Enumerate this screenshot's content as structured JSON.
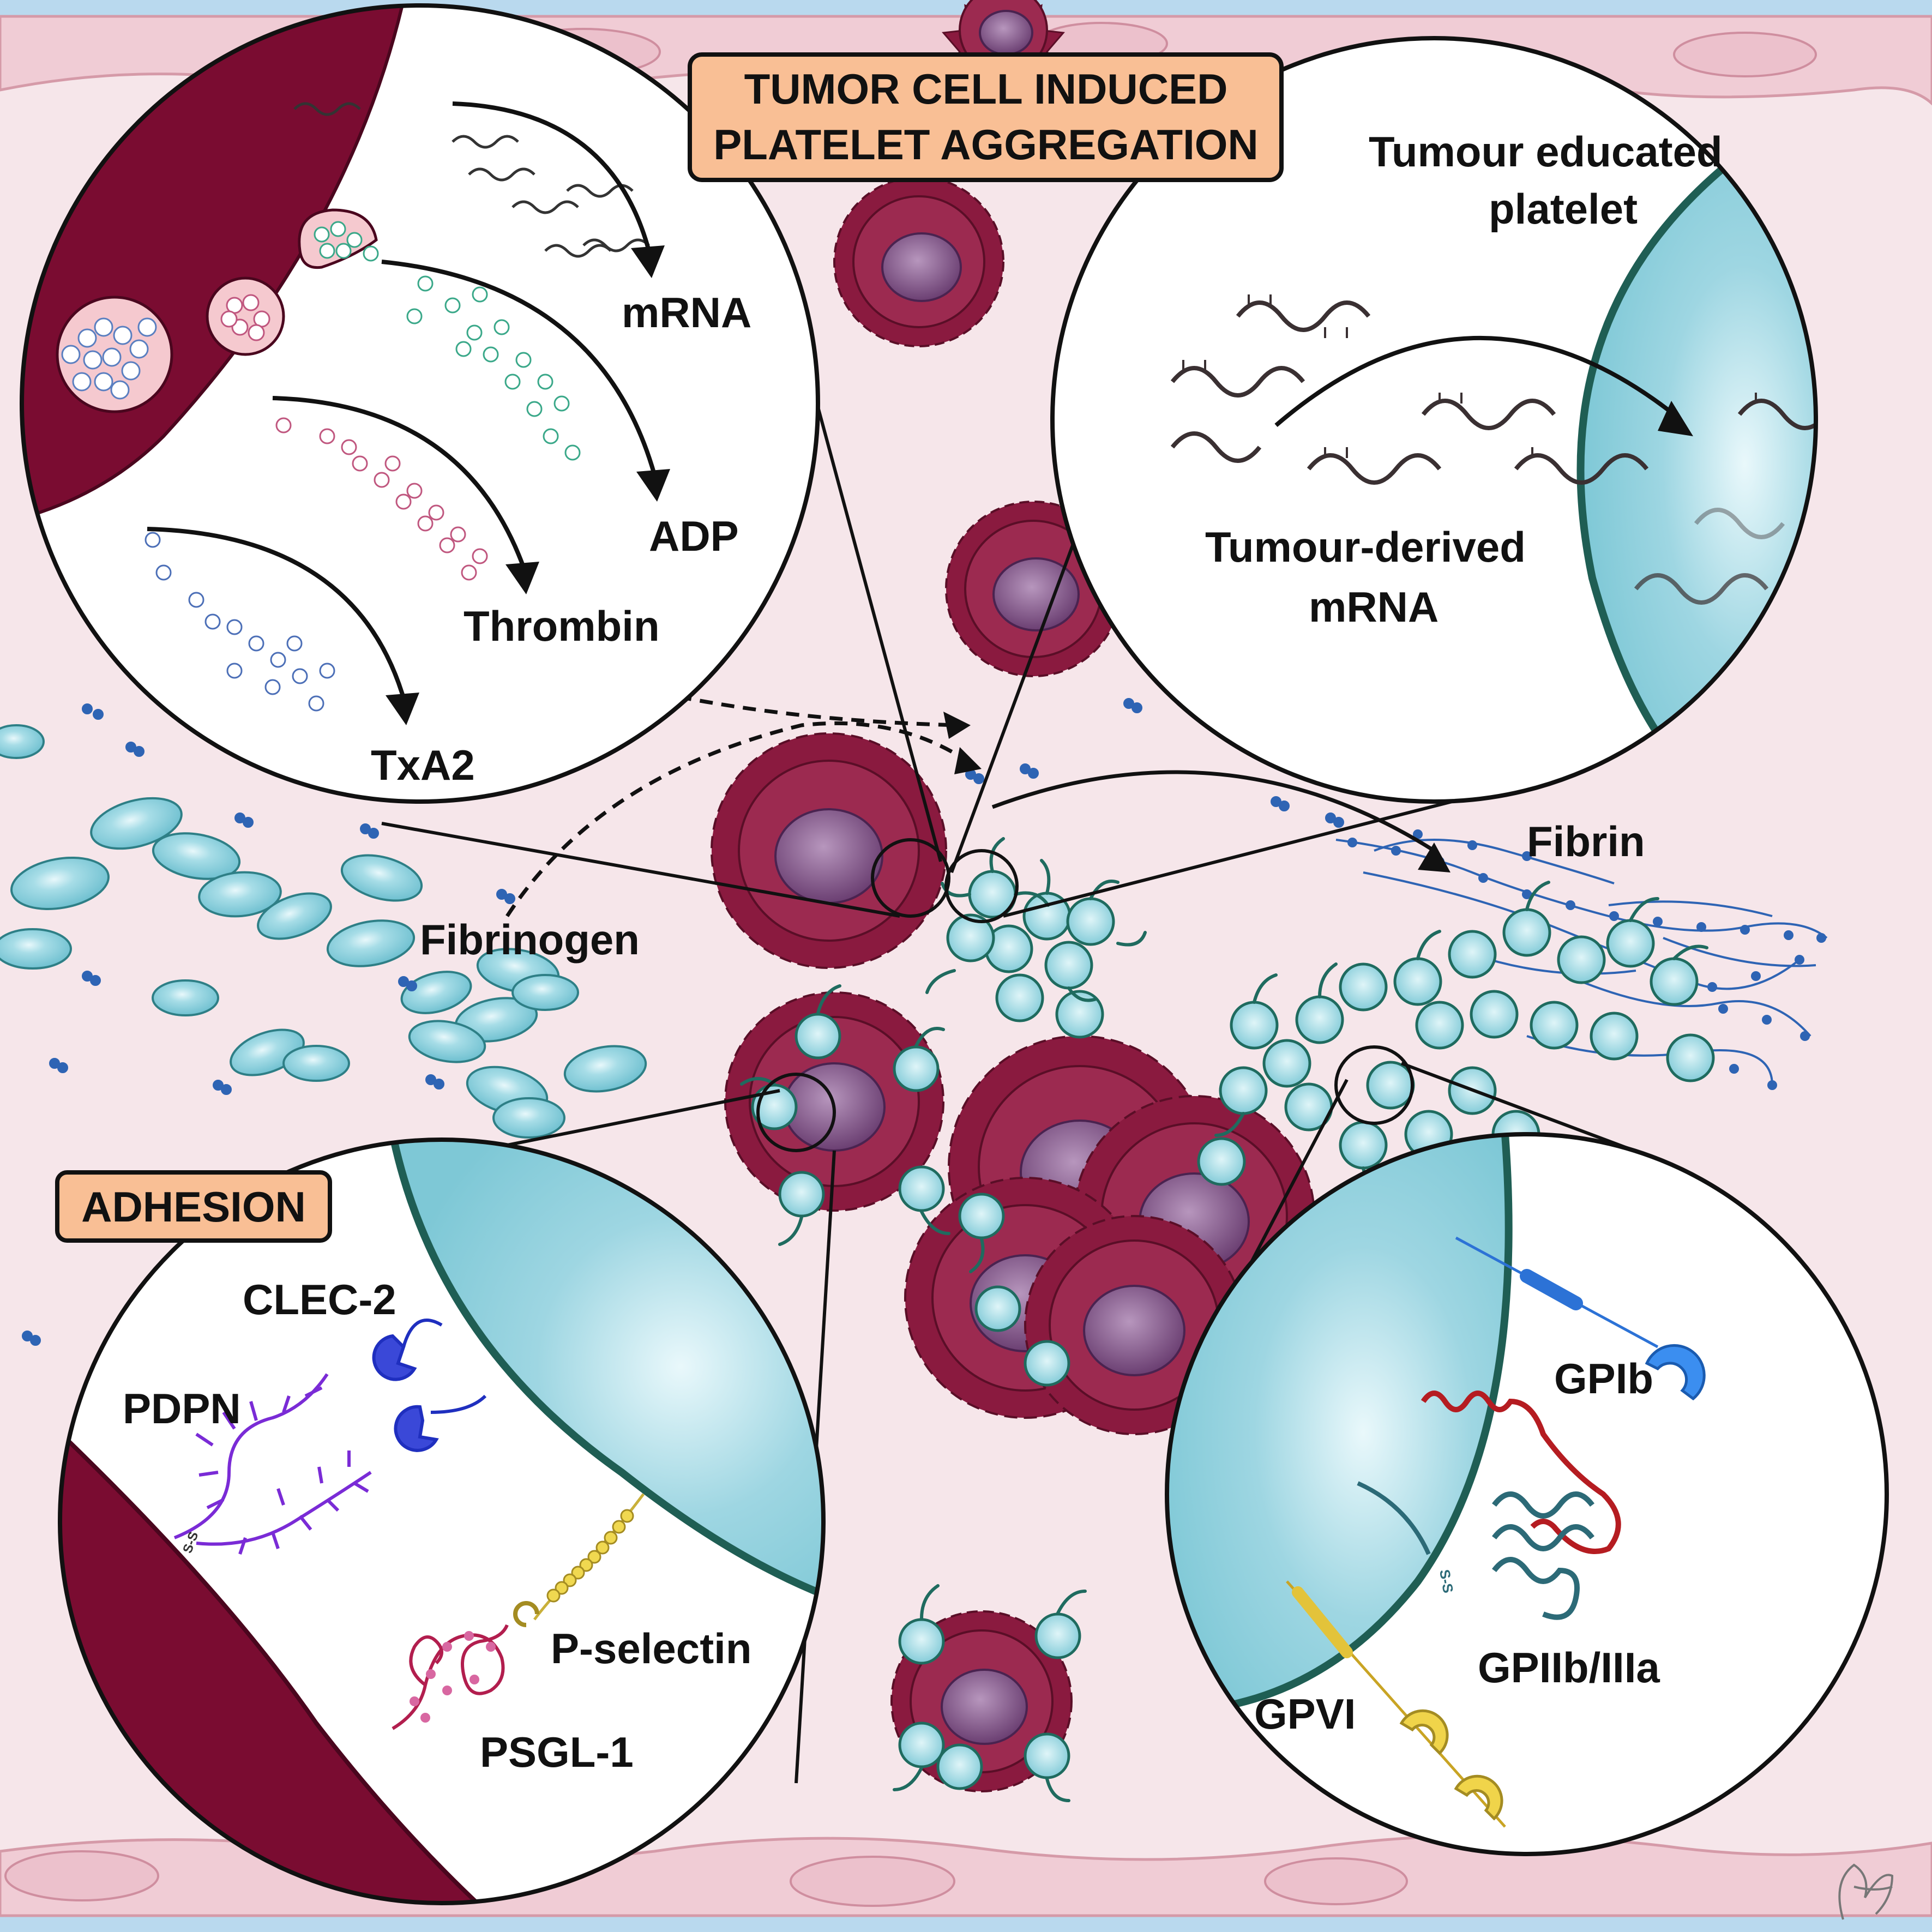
{
  "title_box": {
    "line1": "TUMOR CELL INDUCED",
    "line2": "PLATELET AGGREGATION",
    "fill": "#f9bf95"
  },
  "adhesion_box": {
    "label": "ADHESION",
    "fill": "#f9bf95"
  },
  "secretion_inset": {
    "mrna": "mRNA",
    "adp": "ADP",
    "thrombin": "Thrombin",
    "txa2": "TxA2"
  },
  "tep_inset": {
    "title_line1": "Tumour educated",
    "title_line2": "platelet",
    "mrna_line1": "Tumour-derived",
    "mrna_line2": "mRNA"
  },
  "main": {
    "fibrinogen": "Fibrinogen",
    "fibrin": "Fibrin"
  },
  "adhesion_inset": {
    "clec2": "CLEC-2",
    "pdpn": "PDPN",
    "pselectin": "P-selectin",
    "psgl1": "PSGL-1",
    "ss": "S-S"
  },
  "receptor_inset": {
    "gpib": "GPIb",
    "gpiib": "GPIIb/IIIa",
    "gpvi": "GPVI",
    "ss": "S-S"
  },
  "colors": {
    "background": "#f6e6ea",
    "tumor_cell": "#8a1a3f",
    "tumor_nucleus": "#8a6191",
    "platelet": "#8ecfdb",
    "platelet_rim": "#1f6b5f",
    "red_blood_cell": "#8ed3e0",
    "granule_adp": "#3aa889",
    "granule_thrombin": "#c0577f",
    "granule_txa2": "#4c6fb7",
    "accent_orange": "#f9bf95"
  }
}
